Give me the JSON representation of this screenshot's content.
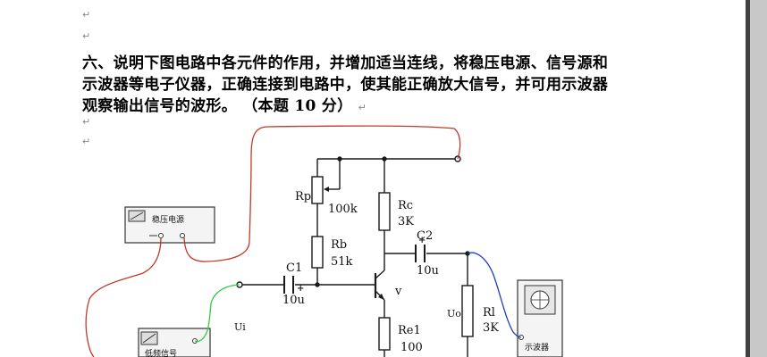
{
  "question": {
    "line1": "六、说明下图电路中各元件的作用，并增加适当连线，将稳压电源、信号源和",
    "line2": "示波器等电子仪器，正确连接到电路中，使其能正确放大信号，并可用示波器",
    "line3": "观察输出信号的波形。  （本题 10 分）",
    "para_mark": "↵"
  },
  "circuit": {
    "rp": {
      "name": "Rp",
      "value": "100k"
    },
    "rb": {
      "name": "Rb",
      "value": "51k"
    },
    "rc": {
      "name": "Rc",
      "value": "3K"
    },
    "c1": {
      "name": "C1",
      "value": "10u",
      "polarity": "+"
    },
    "c2": {
      "name": "C2",
      "value": "10u",
      "polarity": "+"
    },
    "transistor": {
      "name": "v"
    },
    "re1": {
      "name": "Re1",
      "value": "100"
    },
    "rl": {
      "name": "Rl",
      "value": "3K"
    },
    "ui": "Ui",
    "uo": "Uo",
    "power_supply_label": "稳压电源",
    "signal_source_label": "低频信号",
    "oscilloscope_label": "示波器"
  },
  "colors": {
    "red_wire": "#c0392b",
    "green_wire": "#2ecc40",
    "blue_wire": "#1f3fbf",
    "circuit_line": "#1a1a1a",
    "page_bg": "#ffffff"
  }
}
